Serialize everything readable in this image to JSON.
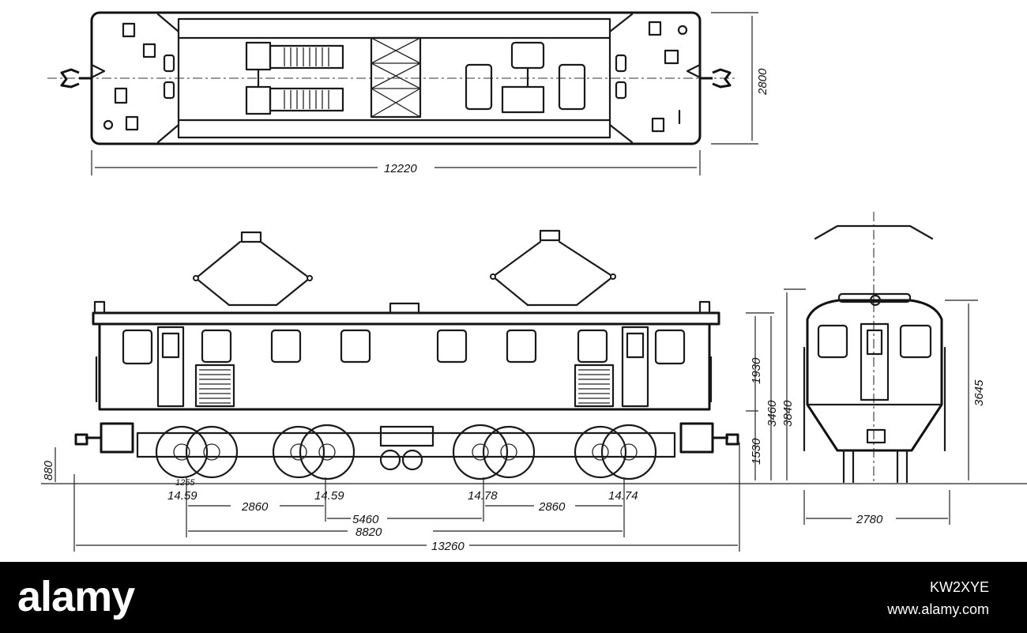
{
  "drawing": {
    "top_view": {
      "length_label": "12220",
      "width_label": "2800"
    },
    "side_view": {
      "labels": {
        "height_upper": "1930",
        "height_body": "3460",
        "height_lower": "1530",
        "coupler_height": "880",
        "axle_load_1": "14.59",
        "axle_load_2": "14.59",
        "axle_load_3": "14.78",
        "axle_load_4": "14.74",
        "wheel_note": "1255",
        "wheelbase_left": "2860",
        "bogie_centers": "5460",
        "wheelbase_right": "2860",
        "total_wheelbase": "8820",
        "length_over_buffers": "13260"
      }
    },
    "end_view": {
      "height_pantograph": "3840",
      "height_roof": "3645",
      "width_label": "2780"
    }
  },
  "footer": {
    "logo": "alamy",
    "image_id": "KW2XYE",
    "site": "www.alamy.com",
    "background": "#000000",
    "text_color": "#ffffff"
  }
}
